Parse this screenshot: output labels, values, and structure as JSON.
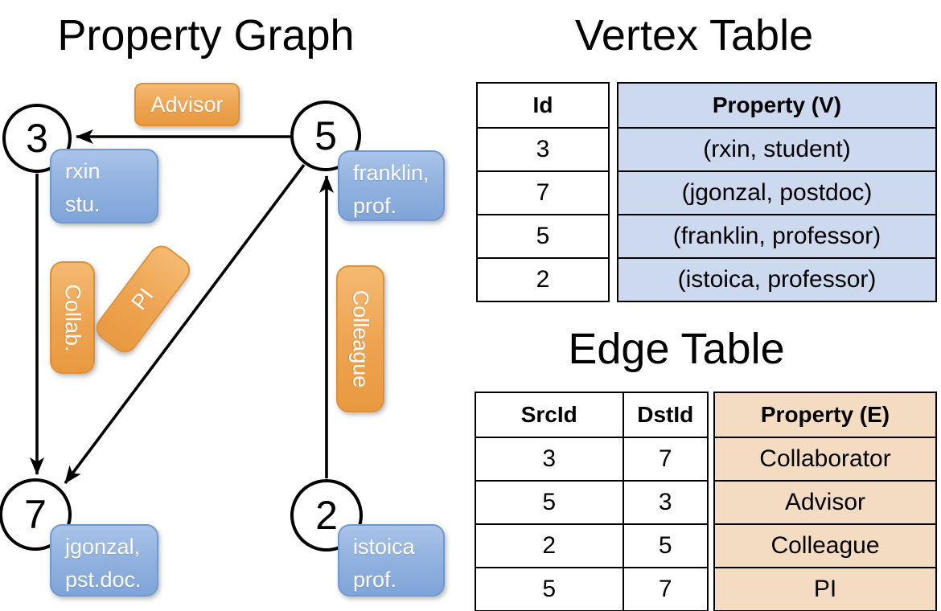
{
  "graph": {
    "title": "Property Graph",
    "nodes": [
      {
        "id": "3",
        "label": "rxin\nstu."
      },
      {
        "id": "5",
        "label": "franklin,\nprof."
      },
      {
        "id": "7",
        "label": "jgonzal,\npst.doc."
      },
      {
        "id": "2",
        "label": "istoica\nprof."
      }
    ],
    "edges": [
      {
        "src": "5",
        "dst": "3",
        "label": "Advisor"
      },
      {
        "src": "3",
        "dst": "7",
        "label": "Collab."
      },
      {
        "src": "5",
        "dst": "7",
        "label": "PI"
      },
      {
        "src": "2",
        "dst": "5",
        "label": "Colleague"
      }
    ]
  },
  "vertex_table": {
    "title": "Vertex Table",
    "columns": [
      "Id",
      "Property (V)"
    ],
    "rows": [
      [
        "3",
        "(rxin, student)"
      ],
      [
        "7",
        "(jgonzal, postdoc)"
      ],
      [
        "5",
        "(franklin, professor)"
      ],
      [
        "2",
        "(istoica, professor)"
      ]
    ]
  },
  "edge_table": {
    "title": "Edge Table",
    "columns": [
      "SrcId",
      "DstId",
      "Property (E)"
    ],
    "rows": [
      [
        "3",
        "7",
        "Collaborator"
      ],
      [
        "5",
        "3",
        "Advisor"
      ],
      [
        "2",
        "5",
        "Colleague"
      ],
      [
        "5",
        "7",
        "PI"
      ]
    ]
  },
  "colors": {
    "edge_label_fill": "#eda350",
    "vertex_label_fill": "#93b3e0",
    "vertex_table_fill": "#cdd9ef",
    "edge_table_fill": "#f4dcc3"
  }
}
